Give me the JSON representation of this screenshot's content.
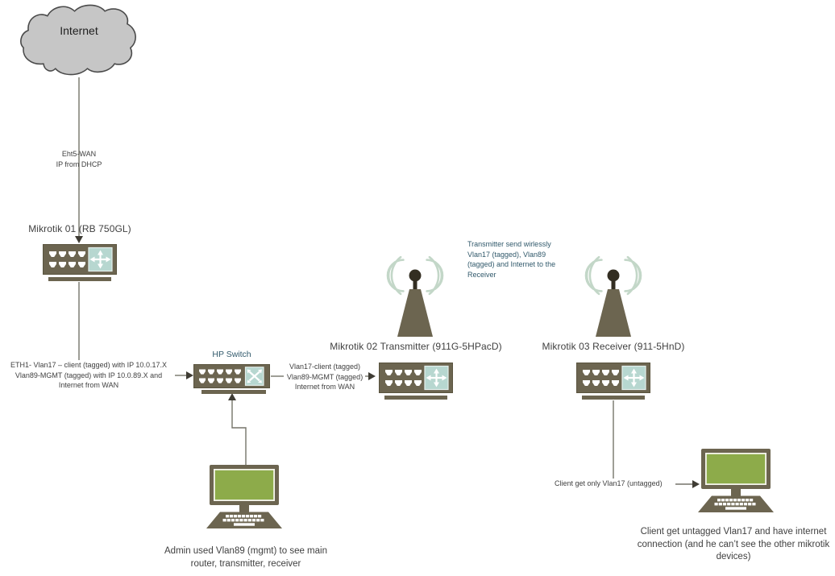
{
  "diagram": {
    "internet_label": "Internet",
    "wan_link": {
      "line1": "Eht5-WAN",
      "line2": "IP from DHCP"
    },
    "router1_label": "Mikrotik 01 (RB 750GL)",
    "eth1_note": {
      "line1": "ETH1- Vlan17 – client (tagged) with IP 10.0.17.X",
      "line2": "Vlan89-MGMT (tagged) with IP 10.0.89.X and",
      "line3": "Internet from WAN"
    },
    "switch_label": "HP Switch",
    "trunk_note": {
      "line1": "Vlan17-client (tagged)",
      "line2": "Vlan89-MGMT (tagged)",
      "line3": "Internet from WAN"
    },
    "transmitter_label": "Mikrotik 02 Transmitter (911G-5HPacD)",
    "wireless_note": {
      "line1": "Transmitter send wirlessly",
      "line2": "Vlan17 (tagged), Vlan89",
      "line3": "(tagged) and Internet to the",
      "line4": "Receiver"
    },
    "receiver_label": "Mikrotik 03 Receiver (911-5HnD)",
    "client_link_label": "Client get only Vlan17 (untagged)",
    "admin_caption": "Admin used Vlan89 (mgmt) to see main router, transmitter, receiver",
    "client_caption": "Client get untagged Vlan17 and have internet connection (and he can’t see the other mikrotik devices)"
  },
  "colors": {
    "device_body": "#6c6550",
    "device_accent_teal": "#b7d7d0",
    "screen_green": "#8dab4a",
    "cloud_fill": "#c6c6c6",
    "wave_arc": "#c3d7c8",
    "connector_line": "#75746a",
    "arrowhead": "#3f3c34",
    "text_dark": "#404040",
    "text_teal": "#31596b"
  }
}
